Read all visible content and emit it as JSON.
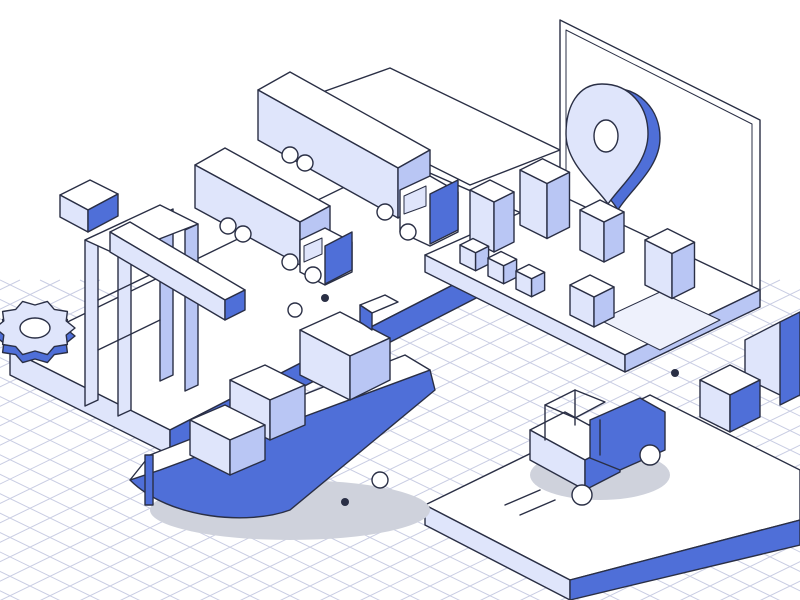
{
  "colors": {
    "accent": "#4f6fd8",
    "light": "#dfe5fb",
    "mid": "#b9c6f4",
    "outline": "#2a2f45",
    "grid": "#c9cde3",
    "shadow": "#cfd2dc",
    "background": "#ffffff"
  },
  "scene": {
    "icons": [
      "gear-icon",
      "location-pin-icon",
      "container-crane",
      "delivery-truck",
      "cargo-ship",
      "forklift",
      "laptop",
      "cardboard-box"
    ]
  }
}
